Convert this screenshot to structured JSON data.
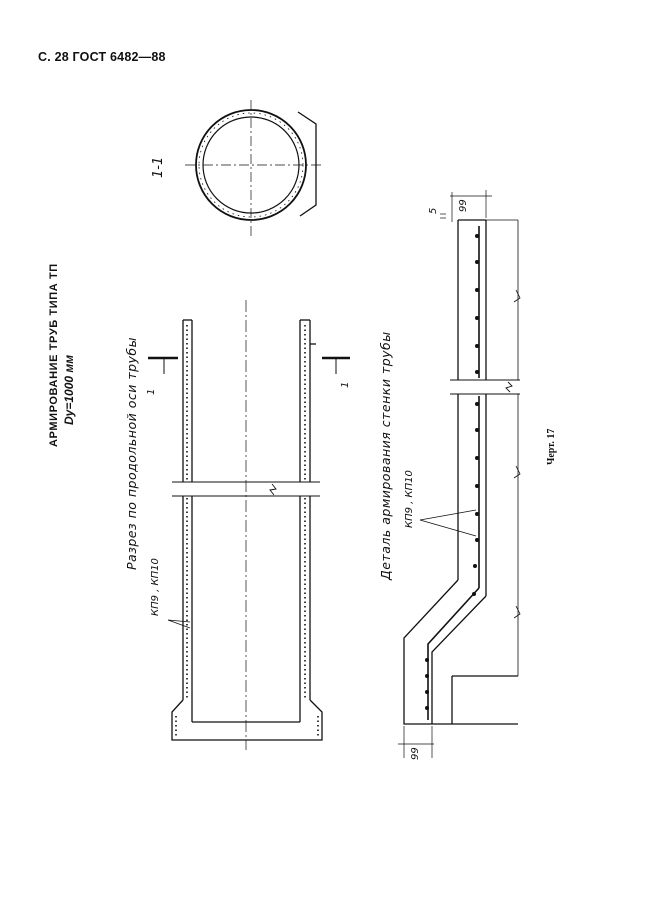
{
  "header": "С. 28 ГОСТ 6482—88",
  "title": "АРМИРОВАНИЕ ТРУБ ТИПА ТП",
  "diameter": "Dy=1000 мм",
  "section_label": "1-1",
  "longitudinal_caption": "Разрез по продольной оси трубы",
  "longitudinal_marks": "КП9 , КП10",
  "cut_mark": "1",
  "detail_caption": "Деталь армирования стенки трубы",
  "detail_marks": "КП9 , КП10",
  "dim_top": "99",
  "dim_small": "5",
  "dim_bottom": "99",
  "figure_caption": "Черт. 17"
}
